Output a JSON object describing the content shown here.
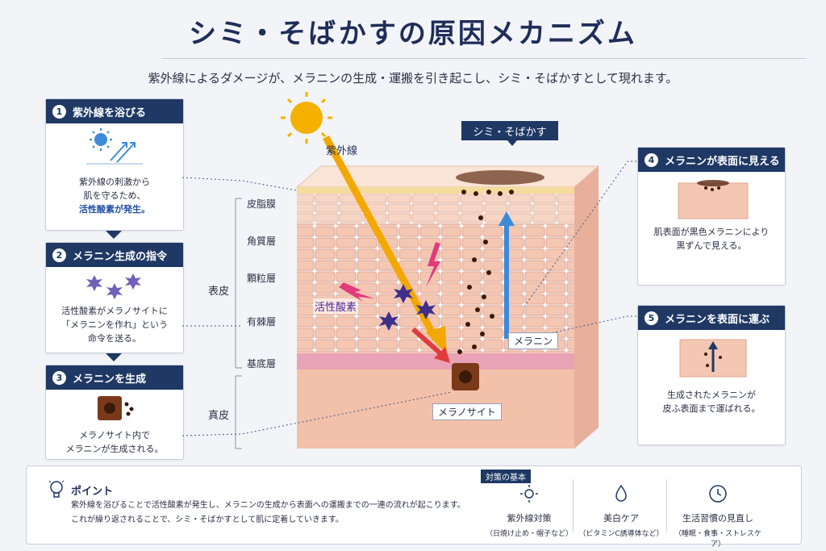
{
  "title": "シミ・そばかすの原因メカニズム",
  "subtitle": "紫外線によるダメージが、メラニンの生成・運搬を引き起こし、シミ・そばかすとして現れます。",
  "steps": [
    {
      "num": "1",
      "title": "紫外線を浴びる",
      "line1": "紫外線の刺激から",
      "line2": "肌を守るため、",
      "line3": "活性酸素が発生。"
    },
    {
      "num": "2",
      "title": "メラニン生成の指令",
      "line1": "活性酸素がメラノサイトに",
      "line2": "「メラニンを作れ」という",
      "line3": "命令を送る。"
    },
    {
      "num": "3",
      "title": "メラニンを生成",
      "line1": "メラノサイト内で",
      "line2": "メラニンが生成される。"
    },
    {
      "num": "4",
      "title": "メラニンが表面に見える",
      "line1": "肌表面が黒色メラニンにより",
      "line2": "黒ずんで見える。"
    },
    {
      "num": "5",
      "title": "メラニンを表面に運ぶ",
      "line1": "生成されたメラニンが",
      "line2": "皮ふ表面まで運ばれる。"
    }
  ],
  "diagram": {
    "layers": [
      "皮脂膜",
      "角質層",
      "顆粒層",
      "有棘層",
      "基底層"
    ],
    "epidermis": "表皮",
    "dermis": "真皮",
    "uv": "紫外線",
    "active_oxygen": "活性酸素",
    "melanin": "メラニン",
    "melanocyte": "メラノサイト",
    "spot": "シミ・そばかす"
  },
  "point": {
    "title": "ポイント",
    "line1": "紫外線を浴びることで活性酸素が発生し、メラニンの生成から表面への運搬までの一連の流れが起こります。",
    "line2": "これが繰り返されることで、シミ・そばかすとして肌に定着していきます。"
  },
  "measures": {
    "tag": "対策の基本",
    "items": [
      {
        "label": "紫外線対策",
        "sub": "（日焼け止め・帽子など）",
        "icon": "sun-icon"
      },
      {
        "label": "美白ケア",
        "sub": "（ビタミンC誘導体など）",
        "icon": "drop-icon"
      },
      {
        "label": "生活習慣の見直し",
        "sub": "（睡眠・食事・ストレスケア）",
        "icon": "clock-icon"
      }
    ]
  },
  "colors": {
    "navy": "#1f3864",
    "skin": "#f2c2ad",
    "melanin": "#5a2a14",
    "uv_arrow": "#f2a800",
    "blue_arrow": "#3d8ad8",
    "accent_blue": "#1f4fa0"
  }
}
